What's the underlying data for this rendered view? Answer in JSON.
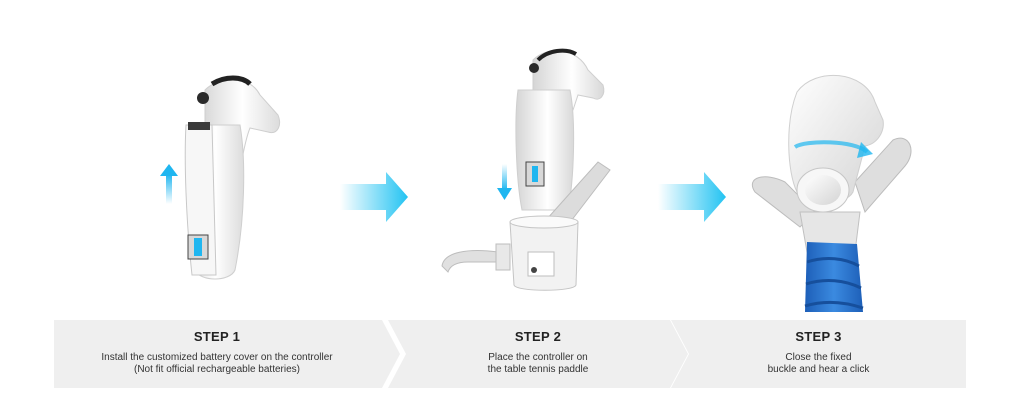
{
  "steps": [
    {
      "title": "STEP 1",
      "desc_line1": "Install the customized battery cover on the controller",
      "desc_line2": "(Not fit official rechargeable batteries)"
    },
    {
      "title": "STEP 2",
      "desc_line1": "Place the controller on",
      "desc_line2": "the table tennis paddle"
    },
    {
      "title": "STEP 3",
      "desc_line1": "Close the fixed",
      "desc_line2": "buckle and hear a click"
    }
  ],
  "colors": {
    "accent_blue": "#1fb6f0",
    "grip_blue": "#2f7fd6",
    "panel_grey": "#efefef",
    "device_white": "#f4f4f4"
  }
}
